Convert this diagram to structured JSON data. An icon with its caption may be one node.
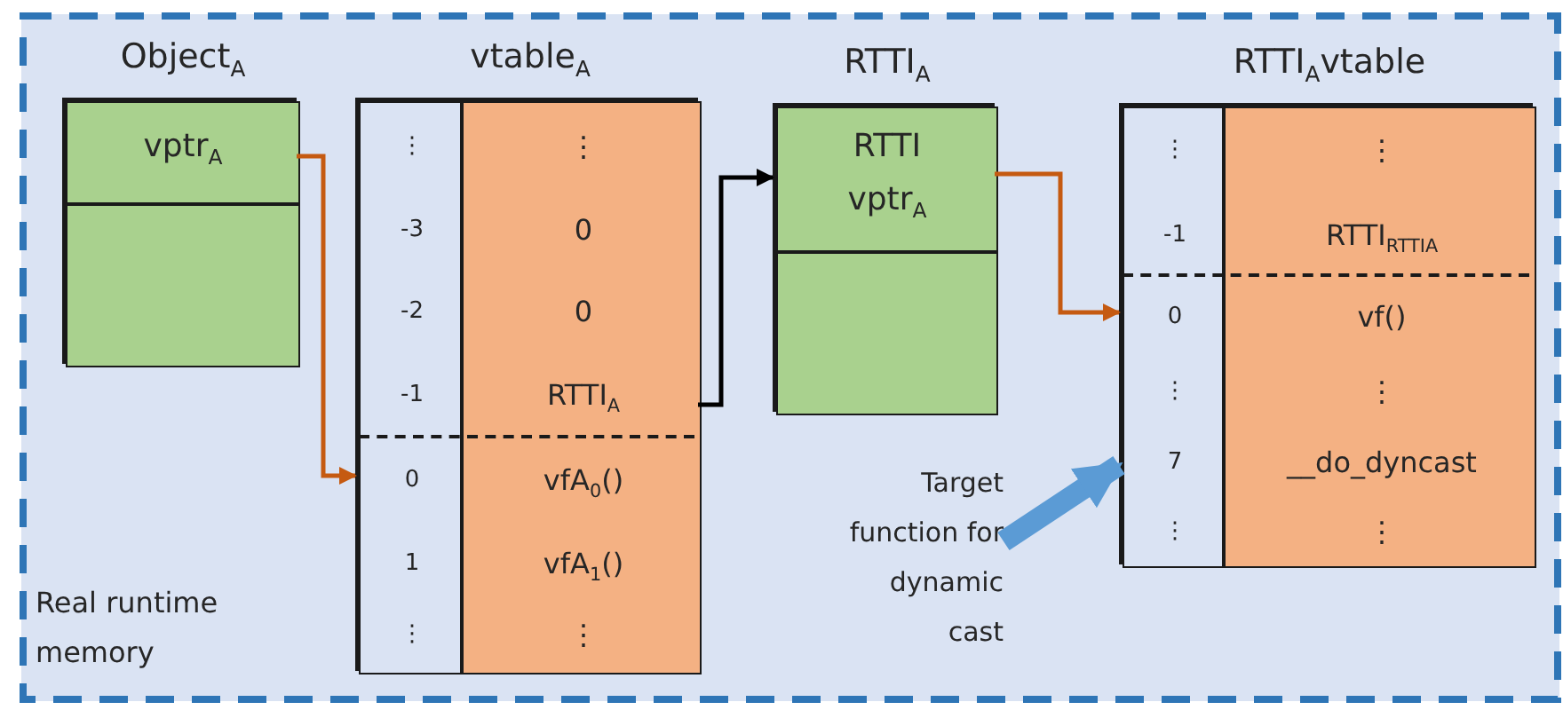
{
  "diagram": {
    "nodes": [
      {
        "text": [
          "Real runtime memory"
        ]
      },
      {
        "text": [
          "Object$_{A}$"
        ],
        "in": 0
      },
      {
        "text": [
          "vptr$_{A}$"
        ],
        "in": 1
      },
      {
        "text": [],
        "shape": "box",
        "in": 1
      },
      {
        "text": [
          "vtable$_{A}$"
        ],
        "in": 0
      },
      {
        "text": [
          "⋮",
          "-3",
          "-2",
          "-1",
          "0",
          "1",
          "⋮"
        ],
        "in": 4
      },
      {
        "text": [
          "⋮",
          "0",
          "0",
          "RTTI$_{A}$",
          "vfA$_{0}$()",
          "vfA$_{1}$()",
          "⋮"
        ],
        "in": 4
      },
      {
        "text": [
          "RTTI$_{A}$"
        ],
        "in": 0
      },
      {
        "text": [
          "RTTI vptr$_{A}$"
        ],
        "in": 7
      },
      {
        "text": [],
        "shape": "box",
        "in": 7
      },
      {
        "text": [
          "RTTI$_{A}$vtable"
        ],
        "in": 0
      },
      {
        "text": [
          "⋮",
          "-1",
          "0",
          "⋮",
          "7",
          "⋮"
        ],
        "in": 10
      },
      {
        "text": [
          "⋮",
          "RTTI$_{RTTI}$$_{A}$",
          "vf()",
          "⋮",
          "__do_dyncast",
          "⋮"
        ],
        "in": 10
      },
      {
        "text": [
          "Target function for dynamic cast"
        ],
        "in": 0
      }
    ],
    "edges": [
      {
        "from": 2,
        "to": 5,
        "arrow": "to",
        "color": "#c55a11"
      },
      {
        "from": 6,
        "to": 8,
        "arrow": "to",
        "color": "#000000"
      },
      {
        "from": 8,
        "to": 11,
        "arrow": "to",
        "color": "#c55a11"
      },
      {
        "from": 13,
        "to": 11,
        "arrow": "to",
        "style": "thick",
        "color": "#5b9bd5"
      }
    ]
  }
}
